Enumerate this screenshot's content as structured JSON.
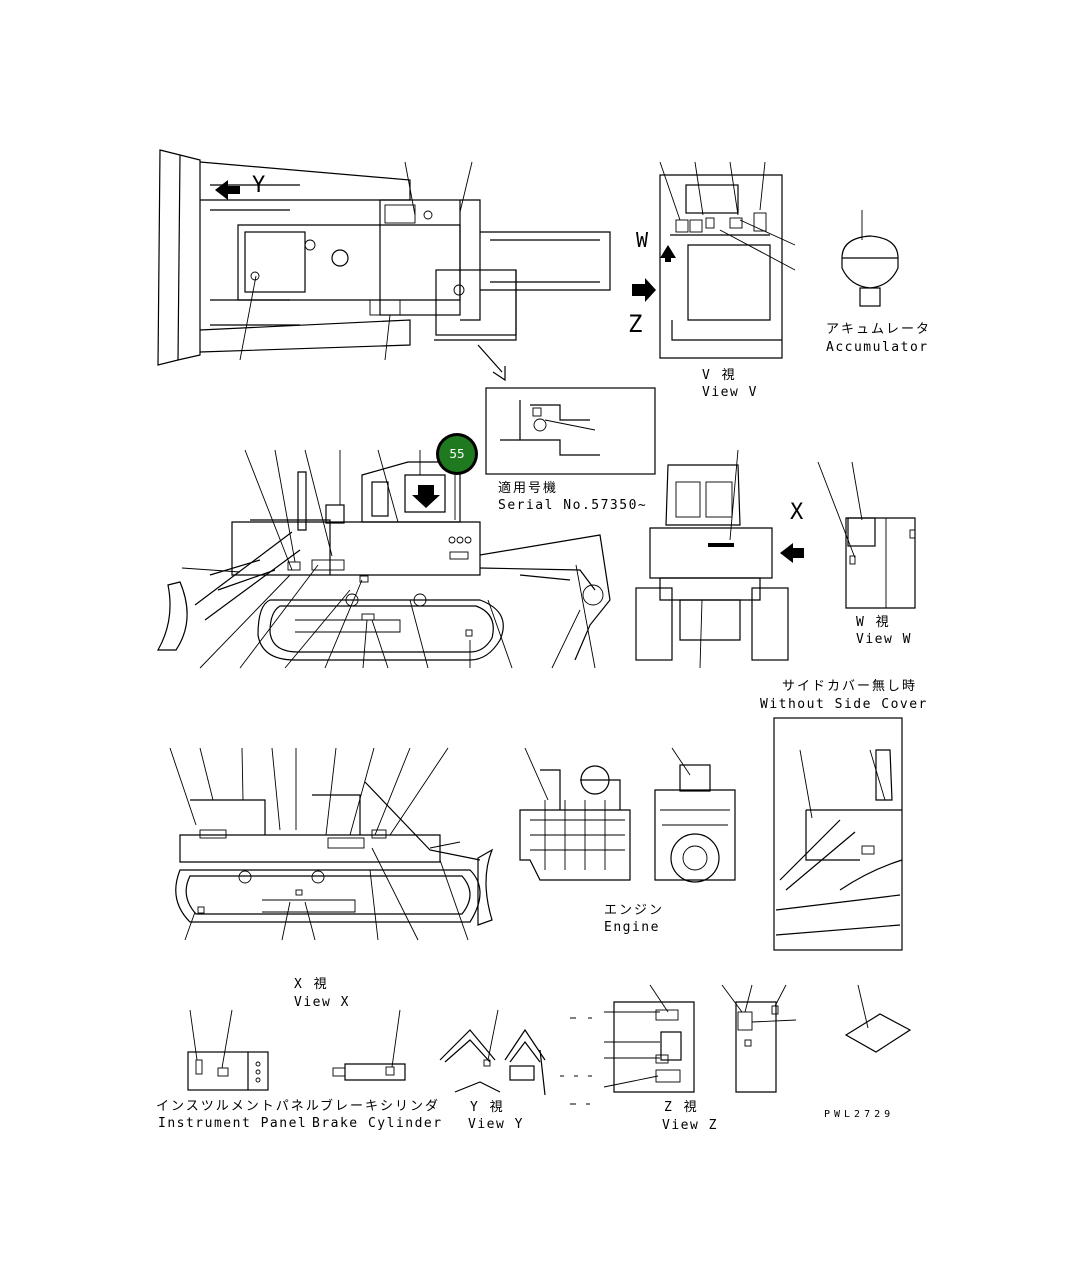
{
  "views": {
    "view_v": {
      "jp": "V 視",
      "en": "View V"
    },
    "view_w": {
      "jp": "W 視",
      "en": "View W"
    },
    "view_x": {
      "jp": "X 視",
      "en": "View X"
    },
    "view_y": {
      "jp": "Y 視",
      "en": "View Y"
    },
    "view_z": {
      "jp": "Z 視",
      "en": "View Z"
    }
  },
  "accumulator": {
    "jp": "アキュムレータ",
    "en": "Accumulator"
  },
  "serial": {
    "jp": "適用号機",
    "en": "Serial No.57350~"
  },
  "without_side_cover": {
    "jp": "サイドカバー無し時",
    "en": "Without Side Cover"
  },
  "engine": {
    "jp": "エンジン",
    "en": "Engine"
  },
  "instrument_panel": {
    "jp": "インスツルメントパネル",
    "en": "Instrument Panel"
  },
  "brake_cylinder": {
    "jp": "ブレーキシリンダ",
    "en": "Brake Cylinder"
  },
  "callout": {
    "number": "55",
    "color": "#1f7a1f"
  },
  "arrow_letters": {
    "y": "Y",
    "w": "W",
    "z": "Z",
    "x": "X"
  },
  "drawing_code": "PWL2729"
}
